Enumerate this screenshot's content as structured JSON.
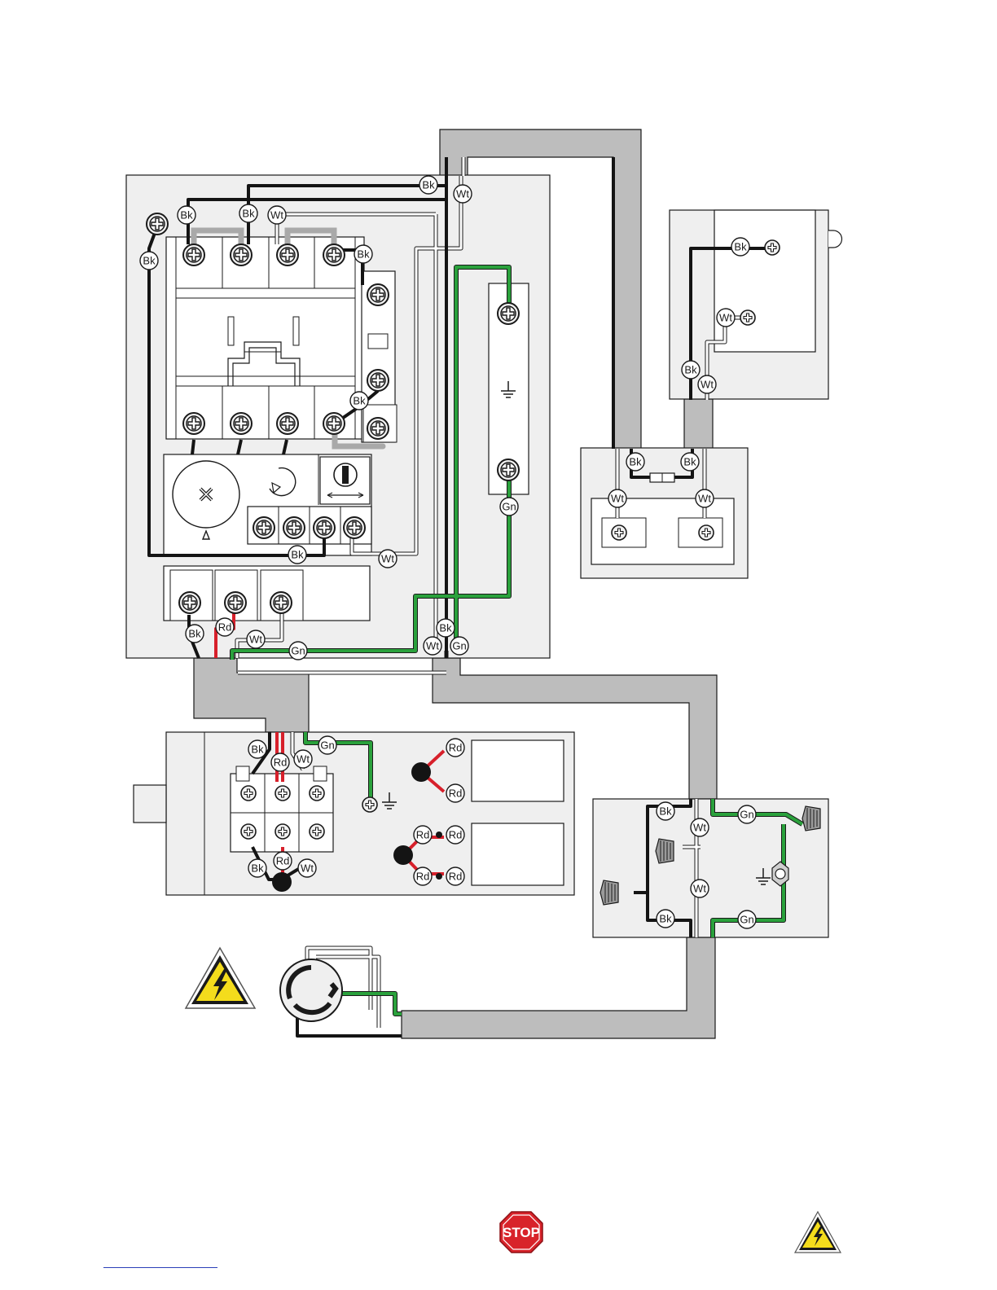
{
  "labels": {
    "bk": "Bk",
    "wt": "Wt",
    "gn": "Gn",
    "rd": "Rd"
  },
  "icons": {
    "stop_sign": "STOP",
    "warning": "electrical-hazard-icon",
    "ground": "ground-symbol-icon"
  },
  "colors": {
    "conduit": "#bdbdbd",
    "panel": "#efefef",
    "black_wire": "#141414",
    "green_wire": "#2aa13c",
    "red_wire": "#d7202b",
    "white_wire": "#ffffff",
    "warning_yellow": "#f4dc1c",
    "stop_red": "#d8232a"
  }
}
